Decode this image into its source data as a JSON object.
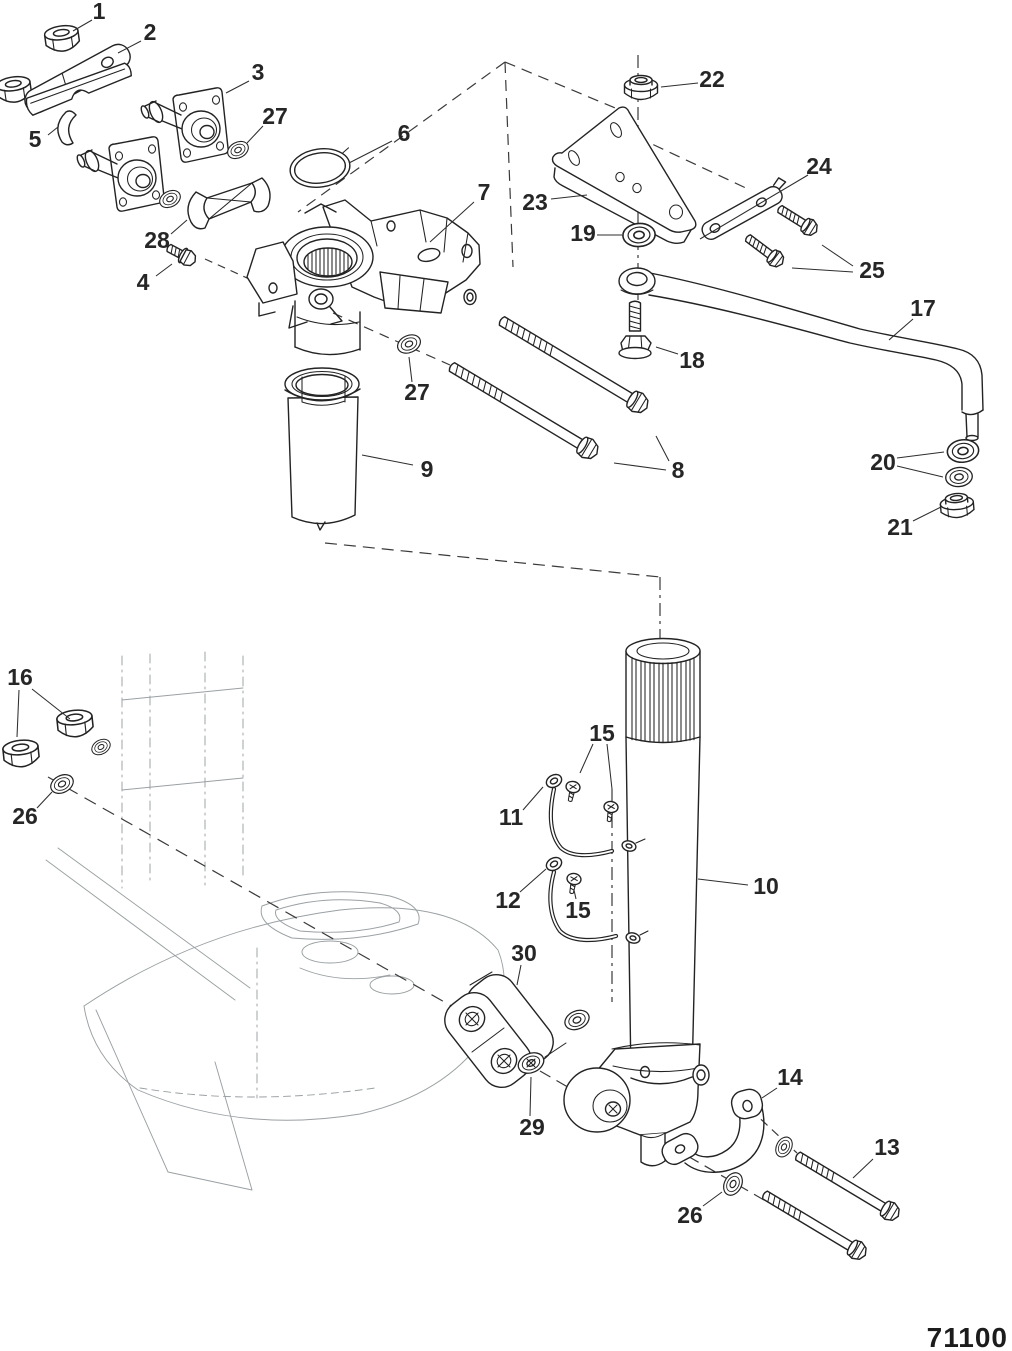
{
  "drawing": {
    "number": "71100"
  },
  "callouts": [
    {
      "label": "1",
      "part": "hex-nut"
    },
    {
      "label": "2",
      "part": "steering-link-plate"
    },
    {
      "label": "3",
      "part": "flanged-socket"
    },
    {
      "label": "27",
      "part": "seal-washer"
    },
    {
      "label": "5",
      "part": "retainer-strip"
    },
    {
      "label": "6",
      "part": "o-ring"
    },
    {
      "label": "28",
      "part": "spider-clamp"
    },
    {
      "label": "4",
      "part": "flange-bolt"
    },
    {
      "label": "7",
      "part": "swivel-arm-casting"
    },
    {
      "label": "23",
      "part": "steering-bracket"
    },
    {
      "label": "22",
      "part": "lock-nut"
    },
    {
      "label": "19",
      "part": "flat-washer"
    },
    {
      "label": "24",
      "part": "link-plate"
    },
    {
      "label": "25",
      "part": "hex-bolts"
    },
    {
      "label": "18",
      "part": "flange-head-bolt"
    },
    {
      "label": "17",
      "part": "steering-link-rod"
    },
    {
      "label": "8",
      "part": "long-hex-bolts"
    },
    {
      "label": "9",
      "part": "bushing-sleeve"
    },
    {
      "label": "27",
      "part": "seal-washer"
    },
    {
      "label": "20",
      "part": "flat-washers"
    },
    {
      "label": "21",
      "part": "lock-nut"
    },
    {
      "label": "16",
      "part": "hex-nuts"
    },
    {
      "label": "26",
      "part": "flat-washer"
    },
    {
      "label": "11",
      "part": "ground-wire"
    },
    {
      "label": "15",
      "part": "screws"
    },
    {
      "label": "12",
      "part": "ground-wire"
    },
    {
      "label": "15",
      "part": "screw"
    },
    {
      "label": "30",
      "part": "clamp-block"
    },
    {
      "label": "10",
      "part": "steering-shaft-tube"
    },
    {
      "label": "29",
      "part": "washer"
    },
    {
      "label": "14",
      "part": "u-clamp-bracket"
    },
    {
      "label": "13",
      "part": "hex-bolts"
    },
    {
      "label": "26",
      "part": "flat-washer"
    }
  ]
}
